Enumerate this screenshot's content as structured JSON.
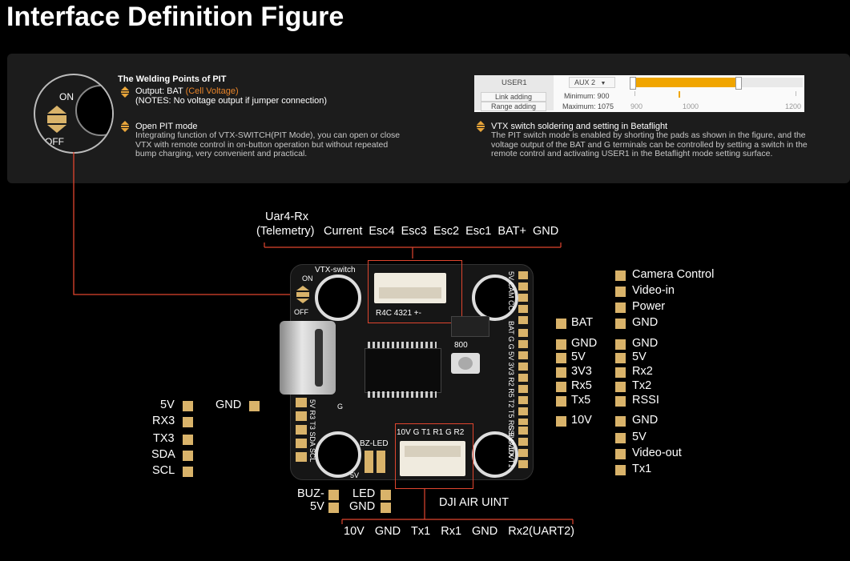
{
  "title": "Interface Definition Figure",
  "colors": {
    "pad": "#d9b36a",
    "leader": "#e0452e",
    "highlight": "#f0a500",
    "board": "#161616"
  },
  "pit": {
    "heading": "The Welding Points of PIT",
    "output_label": "Output: BAT",
    "output_note": "(Cell Voltage)",
    "notes": "(NOTES: No voltage output if jumper connection)",
    "open_mode_title": "Open PIT mode",
    "open_mode_desc": "Integrating function of VTX-SWITCH(PIT Mode), you can open or close VTX with remote control in on-button operation but without repeated bump charging, very convenient and practical.",
    "switch_on": "ON",
    "switch_off": "OFF"
  },
  "vtx_switch": {
    "title": "VTX switch soldering and setting in Betaflight",
    "desc": "The PIT switch mode is enabled by shorting the pads as shown in the figure, and the voltage output of the BAT and G terminals can be controlled by setting a switch in the remote control and activating USER1 in the Betaflight mode setting surface."
  },
  "betaflight": {
    "mode_name": "USER1",
    "link_adding": "Link adding",
    "range_adding": "Range adding",
    "aux_select": "AUX 2",
    "minimum_label": "Minimum:",
    "minimum_value": "900",
    "maximum_label": "Maximum:",
    "maximum_value": "1075",
    "scale": [
      "900",
      "1000",
      "1200"
    ],
    "range_start": 900,
    "range_end": 1075,
    "slider_min": 900,
    "slider_max": 2100
  },
  "top_labels": {
    "uart4_line1": "Uar4-Rx",
    "uart4_line2": "(Telemetry)",
    "pins": [
      "Current",
      "Esc4",
      "Esc3",
      "Esc2",
      "Esc1",
      "BAT+",
      "GND"
    ]
  },
  "right_labels": [
    "Camera Control",
    "Video-in",
    "Power",
    "GND",
    "GND",
    "5V",
    "Rx2",
    "Tx2",
    "RSSI",
    "GND",
    "5V",
    "Video-out",
    "Tx1"
  ],
  "mid_right_labels": [
    "BAT",
    "GND",
    "5V",
    "3V3",
    "Rx5",
    "Tx5",
    "10V"
  ],
  "left_labels": [
    "5V",
    "RX3",
    "TX3",
    "SDA",
    "SCL"
  ],
  "left_gnd": "GND",
  "bottom_left": {
    "buz": "BUZ-",
    "buz_5v": "5V",
    "led": "LED",
    "led_gnd": "GND"
  },
  "dji": {
    "title": "DJI AIR UINT",
    "pins": [
      "10V",
      "GND",
      "Tx1",
      "Rx1",
      "GND",
      "Rx2(UART2)"
    ]
  },
  "board": {
    "vtx_switch_label": "VTX-switch",
    "on": "ON",
    "off": "OFF",
    "top_conn_label": "R4C 4321 +-",
    "button_label": "800",
    "bz_led": "BZ-LED",
    "bottom_conn_label": "10V G T1 R1 G R2",
    "left_side": "5V R3 T3 SDA SCL",
    "right_side_top": "5V CAM CC",
    "right_side_mid": "BAT G G 5V 3V3 R2 R5 T2 T5 RSSI G 10V",
    "right_side_bot": "G 5V VTX T1",
    "five_v": "5V",
    "g": "G"
  }
}
